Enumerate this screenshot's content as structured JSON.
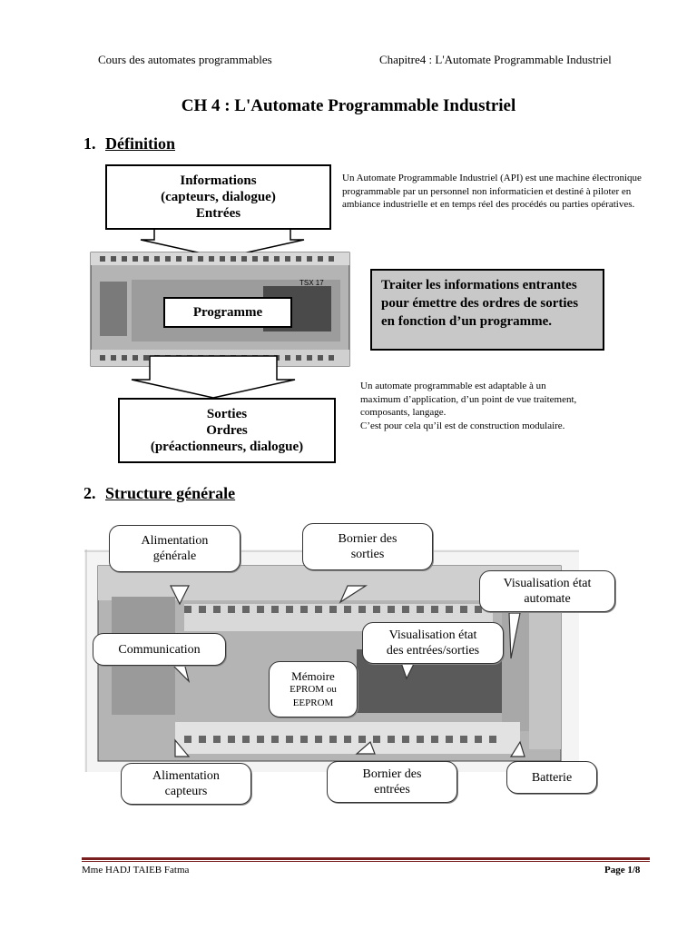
{
  "header": {
    "left": "Cours des automates programmables",
    "right": "Chapitre4 : L'Automate Programmable Industriel"
  },
  "title": "CH 4 : L'Automate Programmable Industriel",
  "section1": {
    "number": "1.",
    "heading": "Définition",
    "box_inputs": [
      "Informations",
      "(capteurs, dialogue)",
      "Entrées"
    ],
    "plc_model": "TSX 17",
    "box_program": "Programme",
    "box_outputs": [
      "Sorties",
      "Ordres",
      "(préactionneurs, dialogue)"
    ],
    "paragraph1": "Un Automate Programmable Industriel (API) est une machine électronique programmable par un personnel non informaticien et destiné à piloter en ambiance industrielle et en temps réel des procédés ou parties opératives.",
    "gray_box": "Traiter les informations entrantes pour émettre des ordres de sorties en fonction d’un programme.",
    "paragraph2_lines": [
      "Un automate programmable est adaptable à un",
      "maximum d’application, d’un point de vue traitement,",
      "composants, langage.",
      "C’est pour cela qu’il est de construction modulaire."
    ]
  },
  "section2": {
    "number": "2.",
    "heading": "Structure générale",
    "callouts": {
      "alimentation_generale": [
        "Alimentation",
        "générale"
      ],
      "bornier_sorties": [
        "Bornier des",
        "sorties"
      ],
      "visualisation_automate": [
        "Visualisation état",
        "automate"
      ],
      "communication": [
        "Communication"
      ],
      "visualisation_es": [
        "Visualisation état",
        "des entrées/sorties"
      ],
      "memoire": [
        "Mémoire",
        "EPROM ou",
        "EEPROM"
      ],
      "alimentation_capteurs": [
        "Alimentation",
        "capteurs"
      ],
      "bornier_entrees": [
        "Bornier des",
        "entrées"
      ],
      "batterie": [
        "Batterie"
      ]
    }
  },
  "footer": {
    "author": "Mme HADJ TAIEB Fatma",
    "page": "Page 1/8"
  },
  "colors": {
    "gray_box": "#c8c8c8",
    "footer_rule": "#7a1f1f",
    "plc_body": "#b8b8b8",
    "plc_dark": "#6a6a6a"
  }
}
